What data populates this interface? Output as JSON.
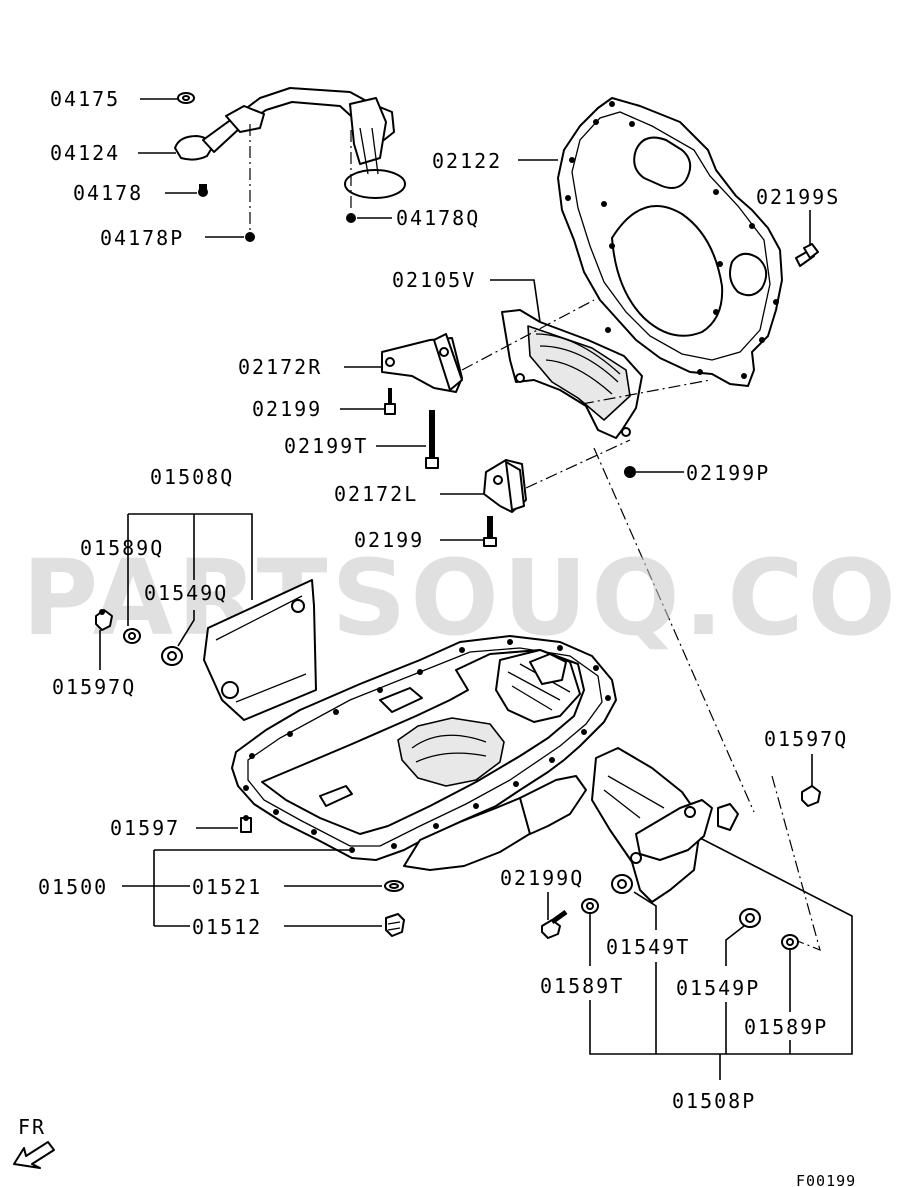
{
  "watermark": "PARTSOUQ.COM",
  "figure_code": "F00199",
  "direction_label": "FR",
  "labels": {
    "l04175": "04175",
    "l04124": "04124",
    "l04178": "04178",
    "l04178P": "04178P",
    "l04178Q": "04178Q",
    "l02122": "02122",
    "l02199S": "02199S",
    "l02105V": "02105V",
    "l02172R": "02172R",
    "l02199a": "02199",
    "l02199T": "02199T",
    "l02199P": "02199P",
    "l02172L": "02172L",
    "l02199b": "02199",
    "l01508Q": "01508Q",
    "l01589Q": "01589Q",
    "l01549Q": "01549Q",
    "l01597Q_left": "01597Q",
    "l01597Q_right": "01597Q",
    "l01597": "01597",
    "l01500": "01500",
    "l01521": "01521",
    "l01512": "01512",
    "l02199Q": "02199Q",
    "l01549T": "01549T",
    "l01589T": "01589T",
    "l01549P": "01549P",
    "l01589P": "01589P",
    "l01508P": "01508P"
  }
}
